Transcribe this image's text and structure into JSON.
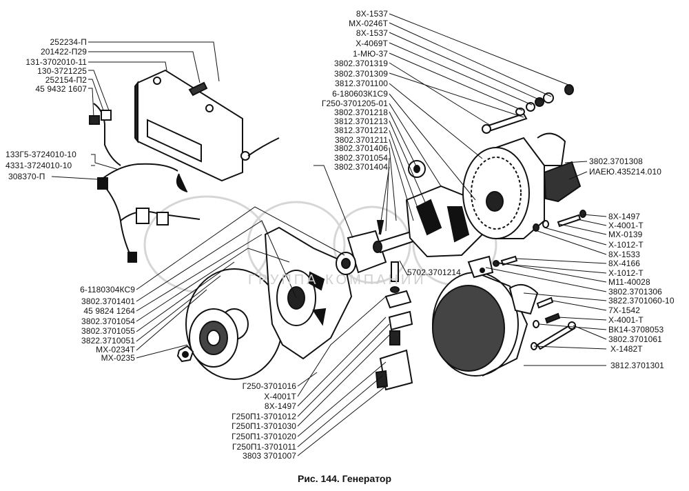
{
  "figure": {
    "caption": "Рис. 144. Генератор",
    "watermark_text": "ГРУППА КОМПАНИЙ"
  },
  "labels": {
    "regulator_group": [
      "252234-П",
      "201422-П29",
      "131-3702010-11",
      "130-3721225",
      "252154-П2",
      "45 9432 1607"
    ],
    "harness_group": [
      "133Г5-3724010-10",
      "4331-3724010-10",
      "308370-П"
    ],
    "top_center_group": [
      "8Х-1537",
      "МХ-0246Т",
      "8Х-1537",
      "Х-4069Т",
      "1-МЮ-37",
      "3802.3701319",
      "3802.3701309",
      "3812.3701100",
      "6-180603К1С9",
      "Г250-3701205-01",
      "3802.3701218",
      "3812.3701213",
      "3812.3701212",
      "3802.3701211",
      "3802.3701406",
      "3802.3701054",
      "3802.3701404"
    ],
    "right_group": [
      "3802.3701308",
      "ИАЕЮ.435214.010",
      "8Х-1497",
      "Х-4001-Т",
      "МХ-0139",
      "Х-1012-Т",
      "8Х-1533",
      "8Х-4166",
      "Х-1012-Т",
      "М11-40028",
      "3802.3701306",
      "3822.3701060-10",
      "7Х-1542",
      "Х-4001-Т",
      "ВК14-3708053",
      "3802.3701061",
      "Х-1482Т",
      "3812.3701301"
    ],
    "left_pulley_group": [
      "6-1180304КС9",
      "3802.3701401",
      "45 9824 1264",
      "3802.3701054",
      "3802.3701055",
      "3822.3710051",
      "МХ-0234Т",
      "МХ-0235"
    ],
    "bottom_center_group": [
      "Г250-3701016",
      "Х-4001Т",
      "8Х-1497",
      "Г250П1-3701012",
      "Г250П1-3701030",
      "Г250П1-3701020",
      "Г250П1-3701011",
      "3803 3701007"
    ],
    "inline": {
      "diode_bridge": "5702.3701214"
    }
  }
}
